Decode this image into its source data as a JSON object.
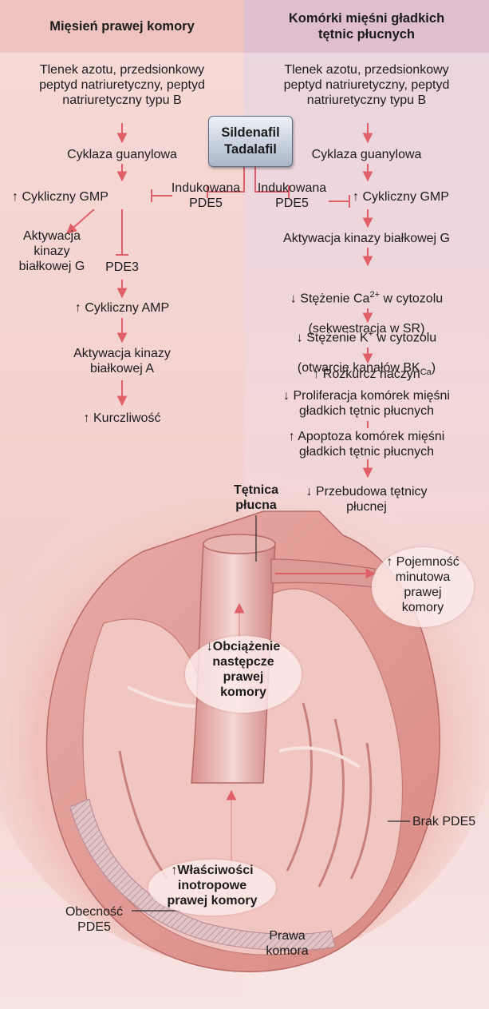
{
  "headers": {
    "left": "Mięsień prawej komory",
    "right": "Komórki mięśni gładkich\ntętnic płucnych"
  },
  "drug_box": {
    "line1": "Sildenafil",
    "line2": "Tadalafil"
  },
  "left_pathway": {
    "mediators": "Tlenek azotu, przedsionkowy\npeptyd natriuretyczny, peptyd\nnatriuretyczny typu B",
    "guanylate_cyclase": "Cyklaza guanylowa",
    "cgmp": "↑ Cykliczny GMP",
    "induced_pde5": "Indukowana\nPDE5",
    "pkg_activation": "Aktywacja\nkinazy\nbiałkowej G",
    "pde3": "PDE3",
    "camp": "↑ Cykliczny AMP",
    "pka_activation": "Aktywacja kinazy\nbiałkowej A",
    "contractility": "↑ Kurczliwość"
  },
  "right_pathway": {
    "mediators": "Tlenek azotu, przedsionkowy\npeptyd natriuretyczny, peptyd\nnatriuretyczny typu B",
    "guanylate_cyclase": "Cyklaza guanylowa",
    "induced_pde5": "Indukowana\nPDE5",
    "cgmp": "↑ Cykliczny GMP",
    "pkg_activation": "Aktywacja kinazy białkowej G",
    "calcium_1": "↓ Stężenie Ca",
    "calcium_sup": "2+",
    "calcium_2": " w cytozolu",
    "calcium_note": "(sekwestracja w SR)",
    "potassium_1": "↓ Stężenie K",
    "potassium_sup": "+",
    "potassium_2": " w cytozolu",
    "potassium_note_1": "(otwarcie kanałów BK",
    "potassium_note_sub": "Ca",
    "potassium_note_2": ")",
    "vasodilation": "↑ Rozkurcz naczyń",
    "proliferation": "↓ Proliferacja komórek mięśni\ngładkich tętnic płucnych",
    "apoptosis": "↑ Apoptoza komórek mięśni\ngładkich tętnic płucnych",
    "remodeling": "↓ Przebudowa tętnicy\npłucnej"
  },
  "heart_labels": {
    "pulmonary_artery": "Tętnica\npłucna",
    "output": "↑ Pojemność\nminutowa\nprawej\nkomory",
    "afterload": "↓Obciążenie\nnastępcze\nprawej\nkomory",
    "no_pde5": "Brak PDE5",
    "inotropic": "↑Właściwości\ninotropowe\nprawej komory",
    "pde5_present": "Obecność\nPDE5",
    "right_ventricle": "Prawa\nkomora"
  },
  "colors": {
    "arrow": "#e0606a",
    "left_header_bg": "#efc4c0",
    "right_header_bg": "#dfbfcf",
    "drug_box_fill": "#c7d1de",
    "heart_tissue": "#e6a39e"
  }
}
